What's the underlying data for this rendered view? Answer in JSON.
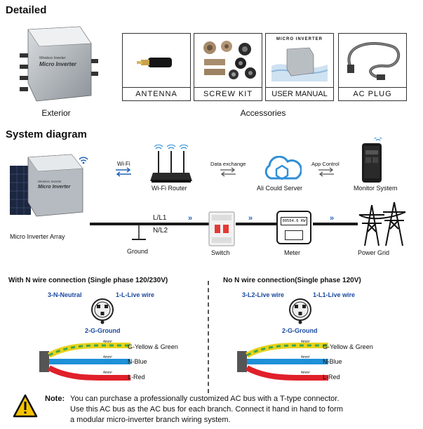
{
  "sections": {
    "detailed": "Detailed",
    "system_diagram": "System diagram"
  },
  "exterior": {
    "caption": "Exterior",
    "device_brand": "Wireless Inverter",
    "device_title": "Micro Inverter"
  },
  "accessories": {
    "caption": "Accessories",
    "items": [
      {
        "label": "ANTENNA"
      },
      {
        "label": "SCREW KIT"
      },
      {
        "label": "USER MANUAL",
        "cover_title": "MICRO INVERTER"
      },
      {
        "label": "AC PLUG"
      }
    ]
  },
  "system": {
    "micro_inverter_array": "Micro Inverter Array",
    "wifi": "Wi-Fi",
    "wifi_router": "Wi-Fi Router",
    "data_exchange": "Data exchange",
    "ali_cloud": "Ali Could Server",
    "app_control": "App Control",
    "monitor_system": "Monitor System",
    "l_l1": "L/L1",
    "n_l2": "N/L2",
    "ground": "Ground",
    "switch": "Switch",
    "meter": "Meter",
    "meter_display": "00564.6 KW",
    "power_grid": "Power Grid"
  },
  "wiring": {
    "left": {
      "title": "With N wire connection (Single phase 120/230V)",
      "pin3": "3-N-Neutral",
      "pin1": "1-L-Live wire",
      "pin2": "2-G-Ground",
      "wires": [
        "G-Yellow & Green",
        "N-Blue",
        "L-Red"
      ],
      "gauge": "4mm²"
    },
    "right": {
      "title": "No N wire connection(Single phase 120V)",
      "pin3": "3-L2-Live wire",
      "pin1": "1-L1-Live wire",
      "pin2": "2-G-Ground",
      "wires": [
        "G-Yellow & Green",
        "N-Blue",
        "L-Red"
      ],
      "gauge": "4mm²"
    }
  },
  "note": {
    "label": "Note:",
    "line1": "You can purchase a professionally customized AC bus with a T-type connector.",
    "line2": "Use this AC bus as the AC bus for each branch. Connect it hand in hand to form",
    "line3": "a modular micro-inverter branch wiring system."
  },
  "colors": {
    "accent_blue": "#1b4aa0",
    "arrow_blue": "#2565b5",
    "wire_yellow": "#e9d21a",
    "wire_green": "#3aa84a",
    "wire_blue": "#1e90d8",
    "wire_red": "#e0202a",
    "warning_yellow": "#f6c400"
  }
}
